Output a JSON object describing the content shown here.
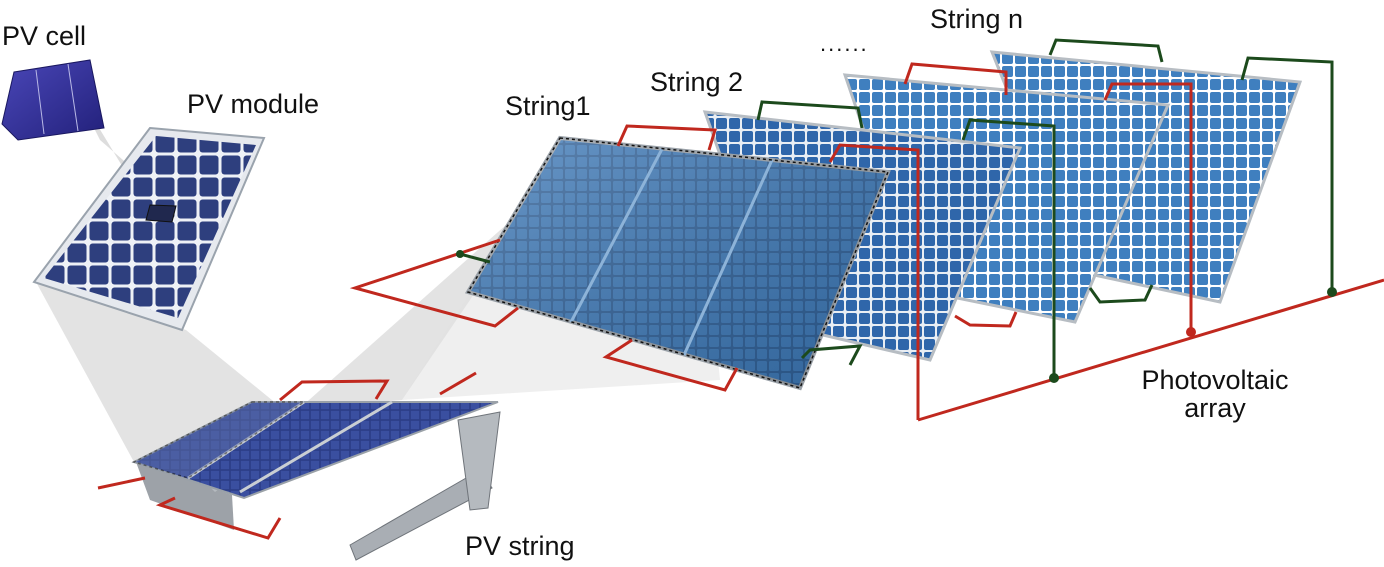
{
  "labels": {
    "pv_cell": "PV cell",
    "pv_module": "PV module",
    "pv_string": "PV string",
    "string_1": "String1",
    "string_2": "String 2",
    "string_n": "String n",
    "ellipsis": "......",
    "array_line1": "Photovoltaic",
    "array_line2": "array"
  },
  "colors": {
    "wire_red": "#c0281e",
    "wire_green": "#1c4a1c",
    "cell_dark": "#2a2f8a",
    "panel_light": "#4f93c8",
    "panel_dark": "#2a4f86",
    "frame": "#c9ced3",
    "callout": "#d6d6d6"
  }
}
